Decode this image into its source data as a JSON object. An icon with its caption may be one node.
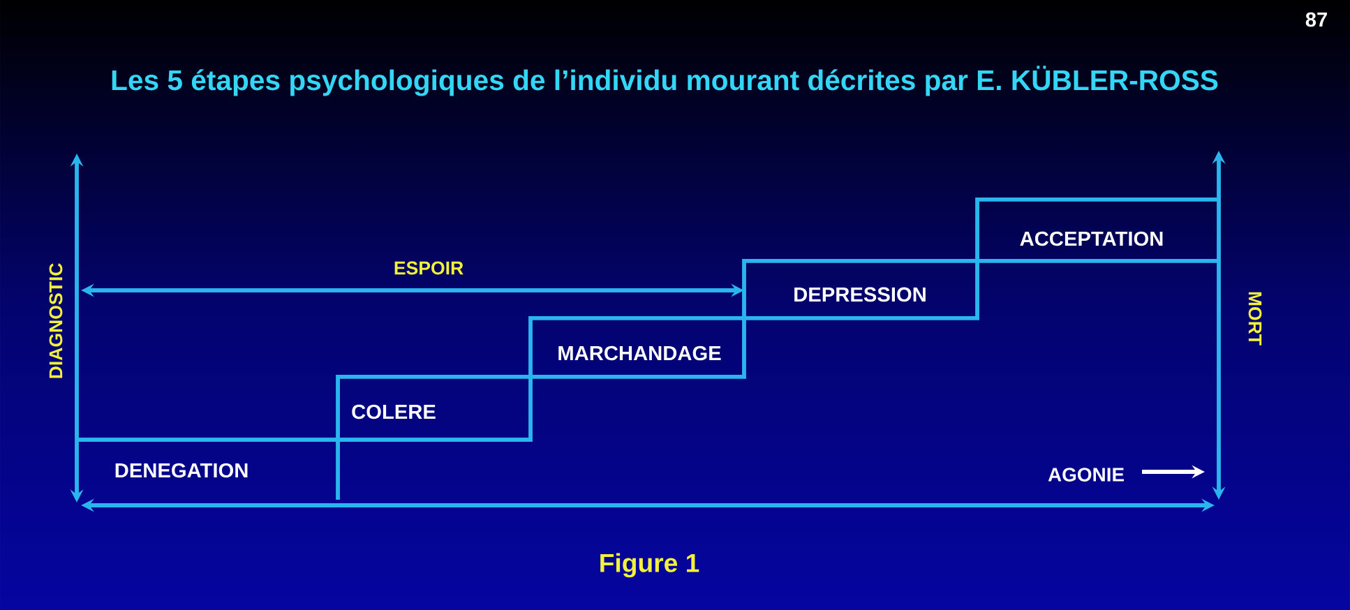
{
  "diagram": {
    "title": "Les 5 étapes psychologiques de l’individu mourant décrites par E. KÜBLER-ROSS",
    "caption": "Figure 1",
    "nodes": [
      {
        "text": [
          "DENEGATION"
        ]
      },
      {
        "text": [
          "COLERE"
        ]
      },
      {
        "text": [
          "MARCHANDAGE"
        ]
      },
      {
        "text": [
          "DEPRESSION"
        ]
      },
      {
        "text": [
          "ACCEPTATION"
        ]
      }
    ],
    "labels": [
      "87",
      "ESPOIR",
      "DIAGNOSTIC",
      "MORT",
      "AGONIE"
    ]
  }
}
